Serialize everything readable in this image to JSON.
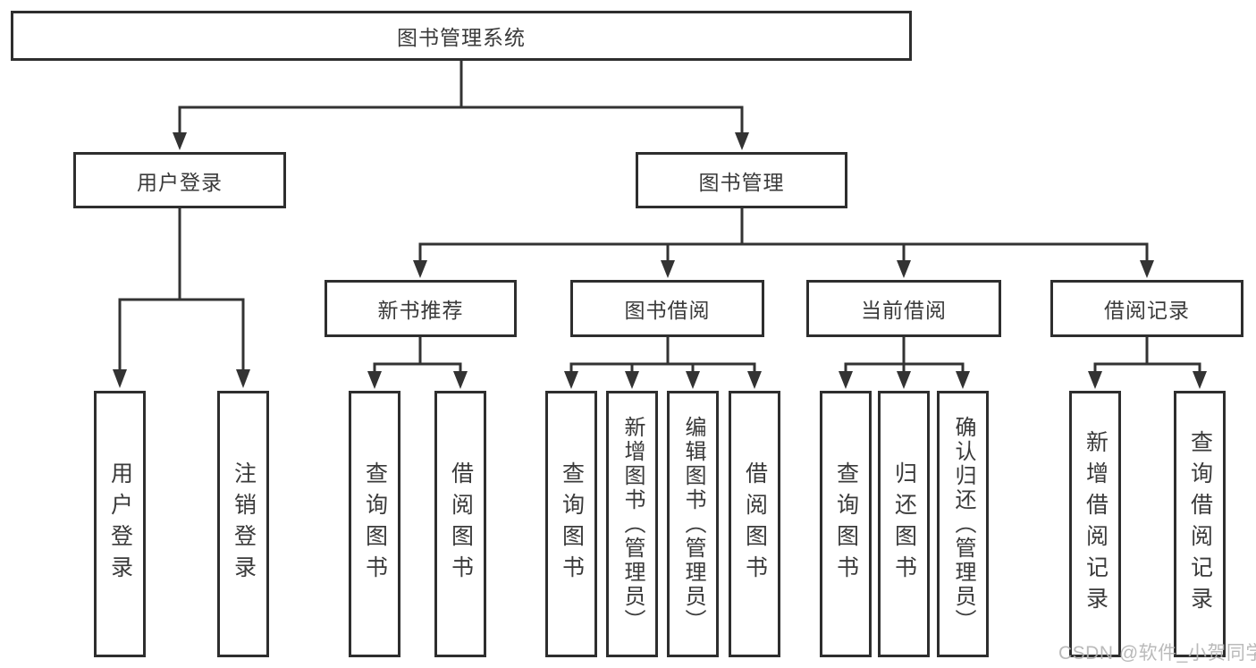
{
  "tree": {
    "root": {
      "label": "图书管理系统"
    },
    "branches": [
      {
        "label": "用户登录",
        "children": [
          {
            "label": "用户登录"
          },
          {
            "label": "注销登录"
          }
        ]
      },
      {
        "label": "图书管理",
        "children": [
          {
            "label": "新书推荐",
            "children": [
              {
                "label": "查询图书"
              },
              {
                "label": "借阅图书"
              }
            ]
          },
          {
            "label": "图书借阅",
            "children": [
              {
                "label": "查询图书"
              },
              {
                "label": "新增图书（管理员）"
              },
              {
                "label": "编辑图书（管理员）"
              },
              {
                "label": "借阅图书"
              }
            ]
          },
          {
            "label": "当前借阅",
            "children": [
              {
                "label": "查询图书"
              },
              {
                "label": "归还图书"
              },
              {
                "label": "确认归还（管理员）"
              }
            ]
          },
          {
            "label": "借阅记录",
            "children": [
              {
                "label": "新增借阅记录"
              },
              {
                "label": "查询借阅记录"
              }
            ]
          }
        ]
      }
    ]
  },
  "watermark": {
    "text": "CSDN @软件_小贺同学"
  },
  "colors": {
    "background": "#ffffff",
    "box_border": "#2e2e2e",
    "text": "#3a3a3a",
    "connector_line": "#333333",
    "watermark_text": "#b3b3b3"
  }
}
